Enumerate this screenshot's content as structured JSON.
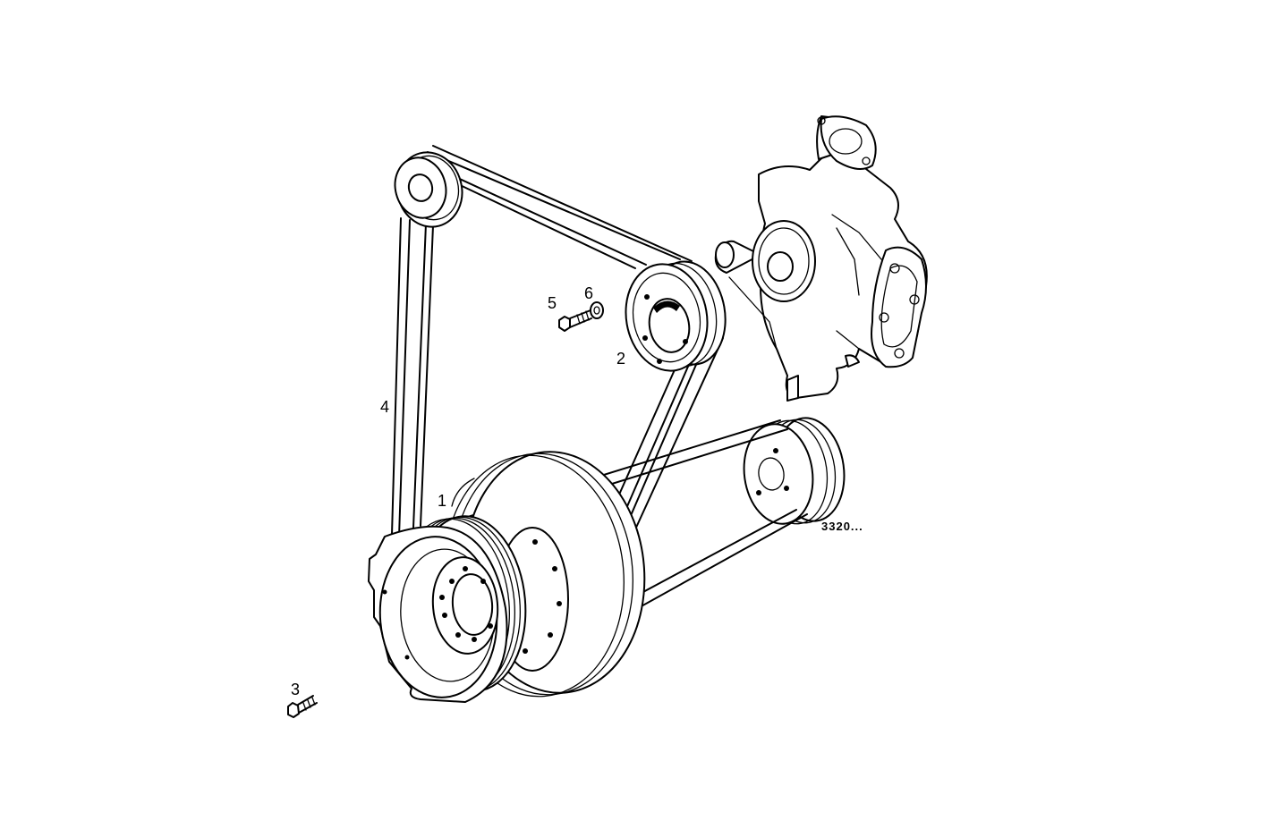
{
  "diagram": {
    "callouts": [
      {
        "id": "1",
        "text": "1"
      },
      {
        "id": "2",
        "text": "2"
      },
      {
        "id": "3",
        "text": "3"
      },
      {
        "id": "4",
        "text": "4"
      },
      {
        "id": "5",
        "text": "5"
      },
      {
        "id": "6",
        "text": "6"
      }
    ],
    "reference_code": "3320..."
  }
}
